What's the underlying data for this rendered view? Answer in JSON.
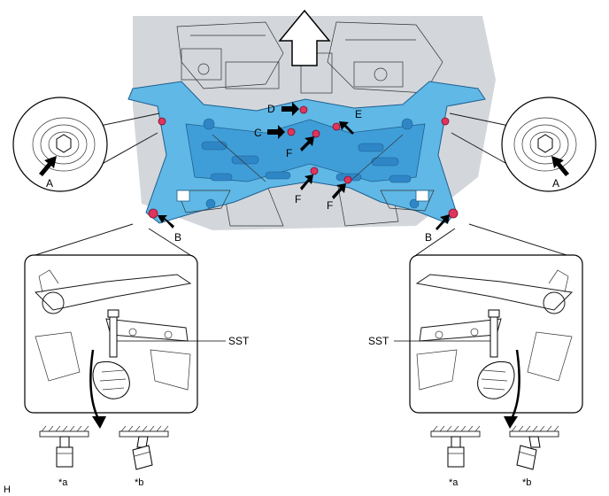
{
  "labels": {
    "a_left": "A",
    "a_right": "A",
    "b_left": "B",
    "b_right": "B",
    "c": "C",
    "d": "D",
    "e": "E",
    "f_upper": "F",
    "f_lower_left": "F",
    "f_lower_right": "F",
    "sst_left": "SST",
    "sst_right": "SST",
    "star_a_left": "*a",
    "star_b_left": "*b",
    "star_a_right": "*a",
    "star_b_right": "*b",
    "corner": "H"
  },
  "colors": {
    "frame_blue": "#5fb8e6",
    "frame_blue_dark": "#2f86c6",
    "bolt_red": "#e0355a",
    "engine_gray": "#c9ced4"
  }
}
